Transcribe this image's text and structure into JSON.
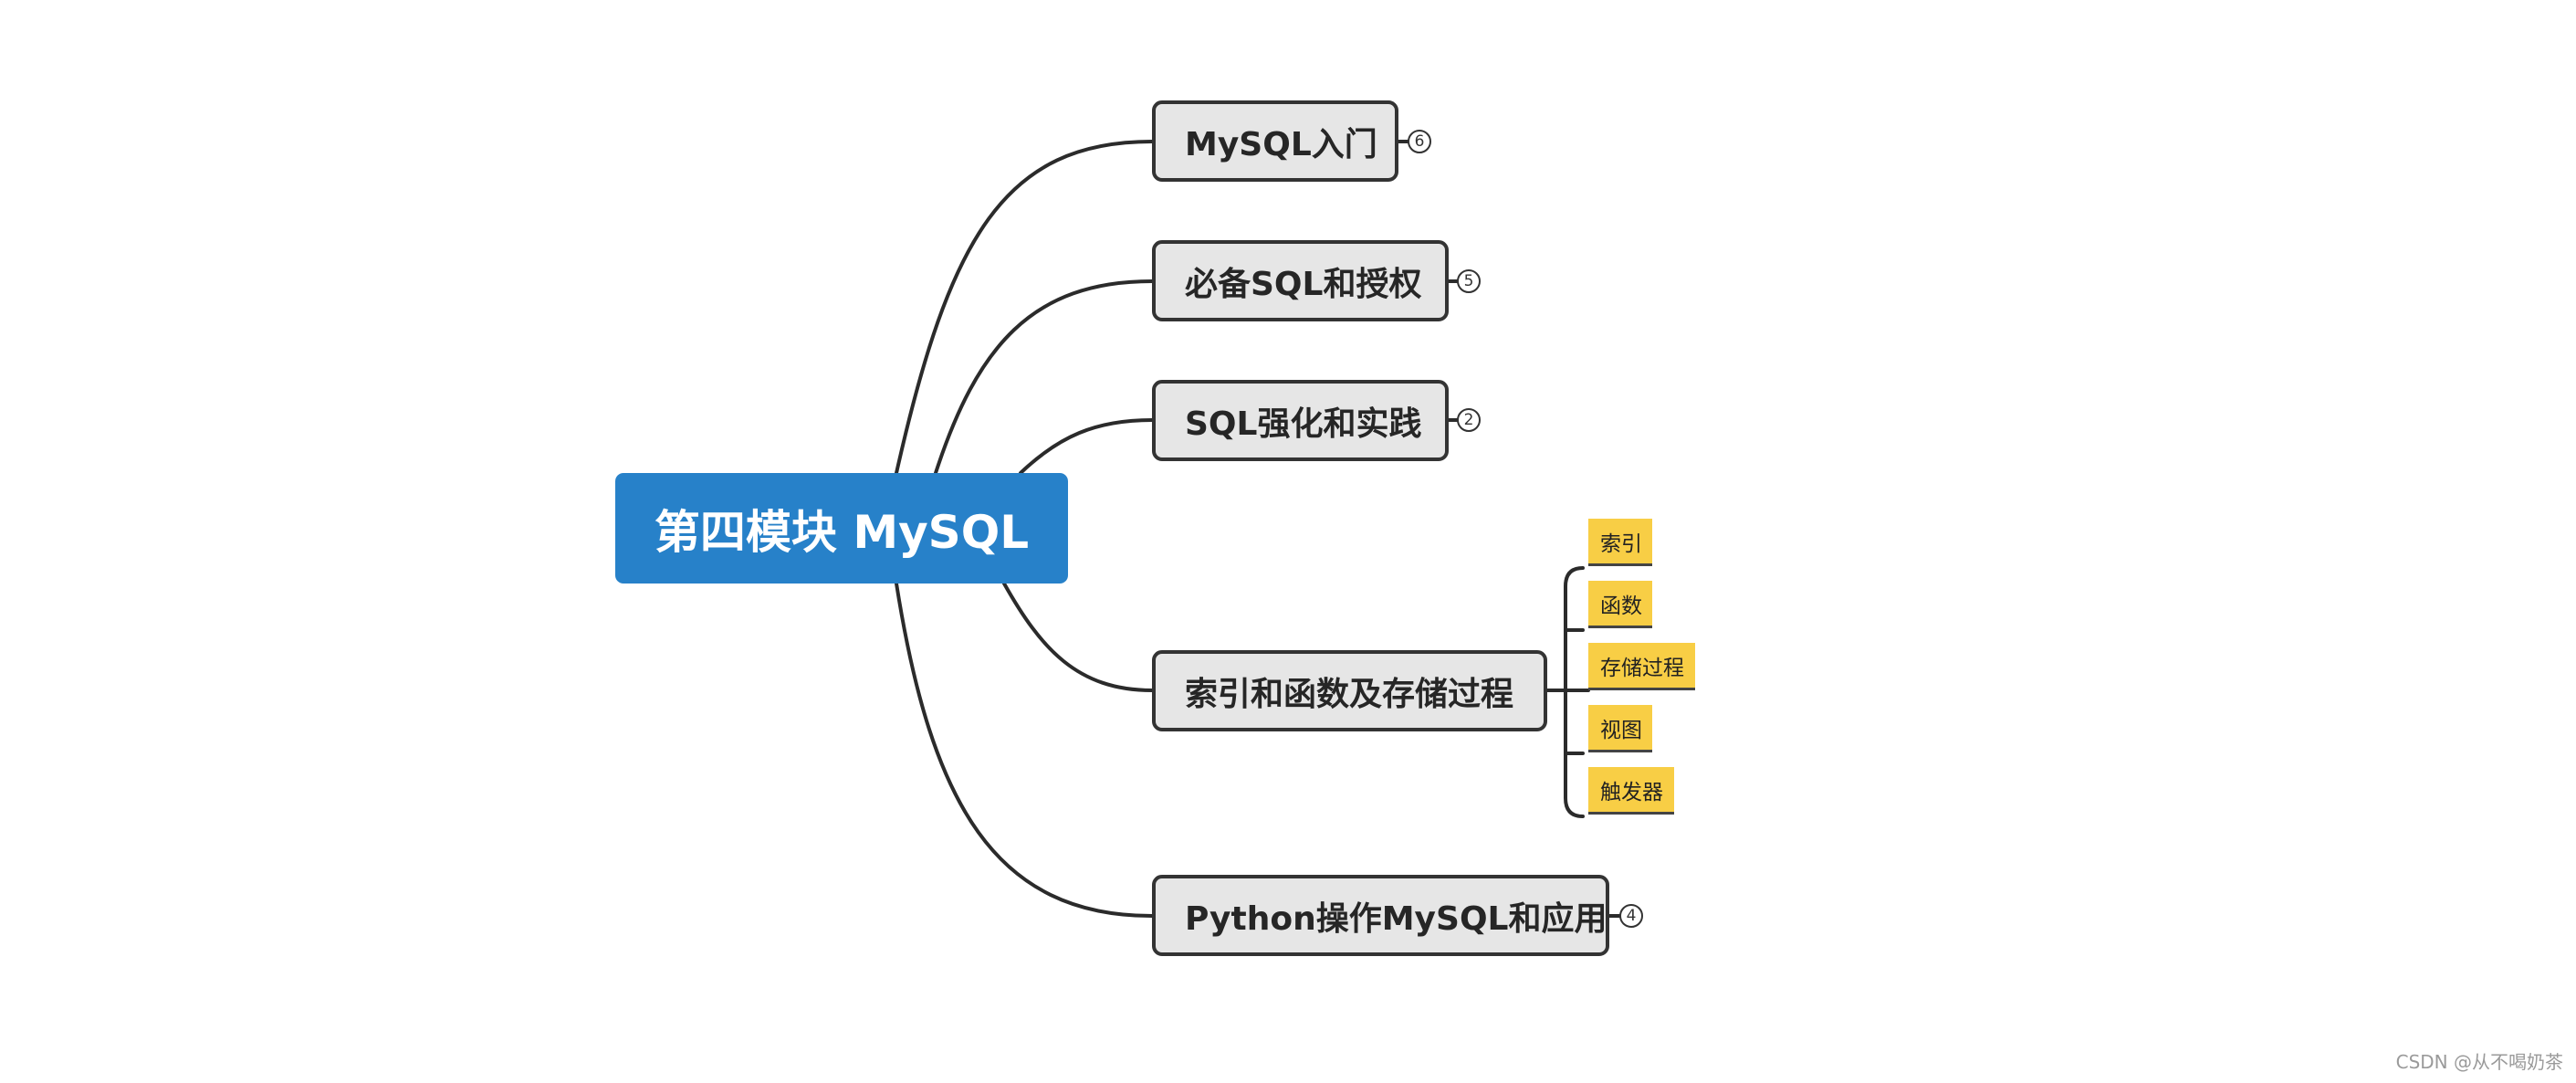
{
  "root": {
    "label": "第四模块 MySQL",
    "color": "#2781c9"
  },
  "topics": [
    {
      "label": "MySQL入门",
      "count": "6"
    },
    {
      "label": "必备SQL和授权",
      "count": "5"
    },
    {
      "label": "SQL强化和实践",
      "count": "2"
    },
    {
      "label": "索引和函数及存储过程",
      "subtopics": [
        "索引",
        "函数",
        "存储过程",
        "视图",
        "触发器"
      ]
    },
    {
      "label": "Python操作MySQL和应用",
      "count": "4"
    }
  ],
  "watermark": "CSDN @从不喝奶茶"
}
